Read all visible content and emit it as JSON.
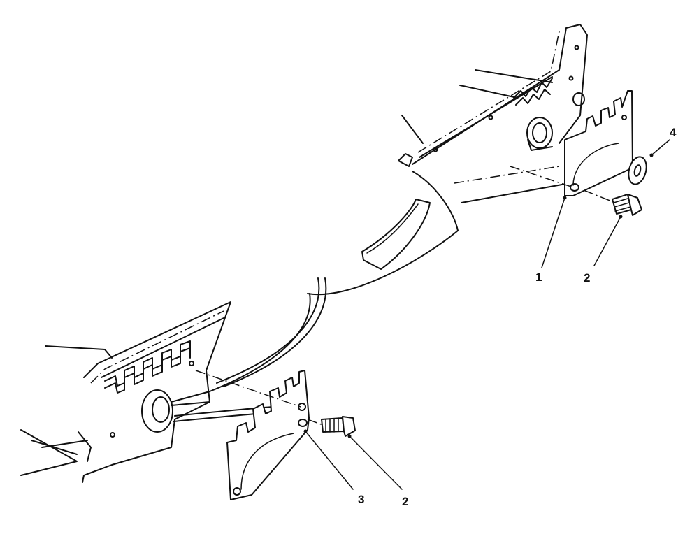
{
  "callouts": [
    {
      "id": "c1",
      "text": "1"
    },
    {
      "id": "c2a",
      "text": "2"
    },
    {
      "id": "c4",
      "text": "4"
    },
    {
      "id": "c3",
      "text": "3"
    },
    {
      "id": "c2b",
      "text": "2"
    }
  ]
}
